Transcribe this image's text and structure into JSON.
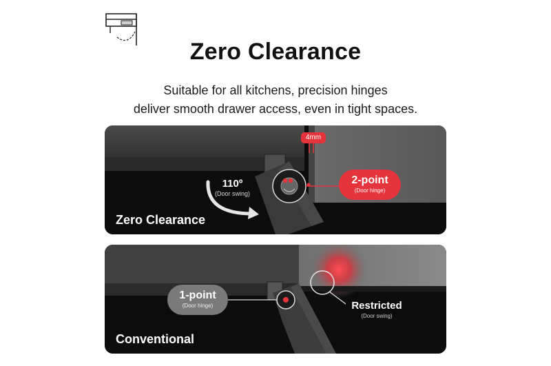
{
  "header": {
    "icon_name": "cabinet-door-swing-icon",
    "title": "Zero Clearance",
    "subtitle_line1": "Suitable for all kitchens, precision hinges",
    "subtitle_line2": "deliver smooth drawer access, even in tight spaces."
  },
  "zero_panel": {
    "label": "Zero Clearance",
    "gap_tag": "4mm",
    "angle_value": "110º",
    "angle_caption": "(Door swing)",
    "hinge_value": "2-point",
    "hinge_caption": "(Door hinge)"
  },
  "conventional_panel": {
    "label": "Conventional",
    "hinge_value": "1-point",
    "hinge_caption": "(Door hinge)",
    "swing_value": "Restricted",
    "swing_caption": "(Door swing)"
  },
  "colors": {
    "accent_red": "#e5343c",
    "panel_dark": "#0c0c0c",
    "cabinet_gray": "#3c3c3c",
    "pill_gray": "#7a7a7a"
  }
}
